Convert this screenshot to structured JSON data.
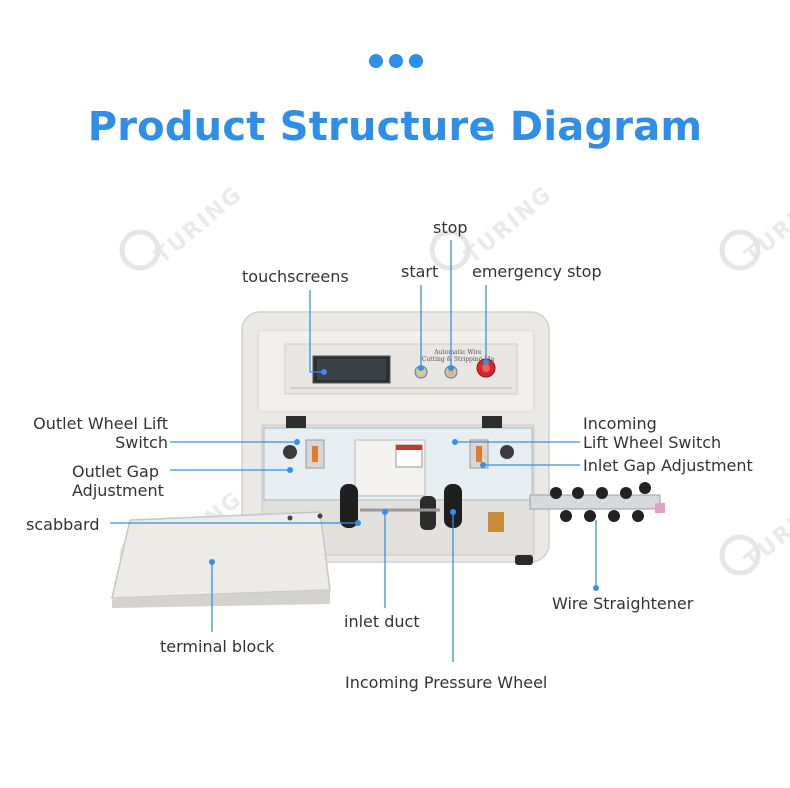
{
  "header": {
    "title": "Product Structure Diagram",
    "accent_color": "#2f8fe8"
  },
  "watermark": {
    "text": "TURING",
    "icon": "turing-logo-icon"
  },
  "labels": {
    "touchscreens": "touchscreens",
    "stop": "stop",
    "start": "start",
    "emergency_stop": "emergency stop",
    "outlet_wheel_lift_1": "Outlet Wheel Lift",
    "outlet_wheel_lift_2": "Switch",
    "outlet_gap_1": "Outlet Gap",
    "outlet_gap_2": "Adjustment",
    "scabbard": "scabbard",
    "terminal_block": "terminal block",
    "incoming_lift_1": "Incoming",
    "incoming_lift_2": "Lift Wheel Switch",
    "inlet_gap": "Inlet Gap Adjustment",
    "wire_straightener": "Wire Straightener",
    "inlet_duct": "inlet duct",
    "incoming_pressure_wheel": "Incoming Pressure Wheel"
  },
  "machine_panel": {
    "title_line1": "Automatic Wire",
    "title_line2": "Cutting & Stripping Ma"
  },
  "colors": {
    "leader_line": "#3a8ee6",
    "machine_body": "#e9e7e3",
    "screen": "#2a2f33",
    "emergency": "#d62a2a"
  }
}
